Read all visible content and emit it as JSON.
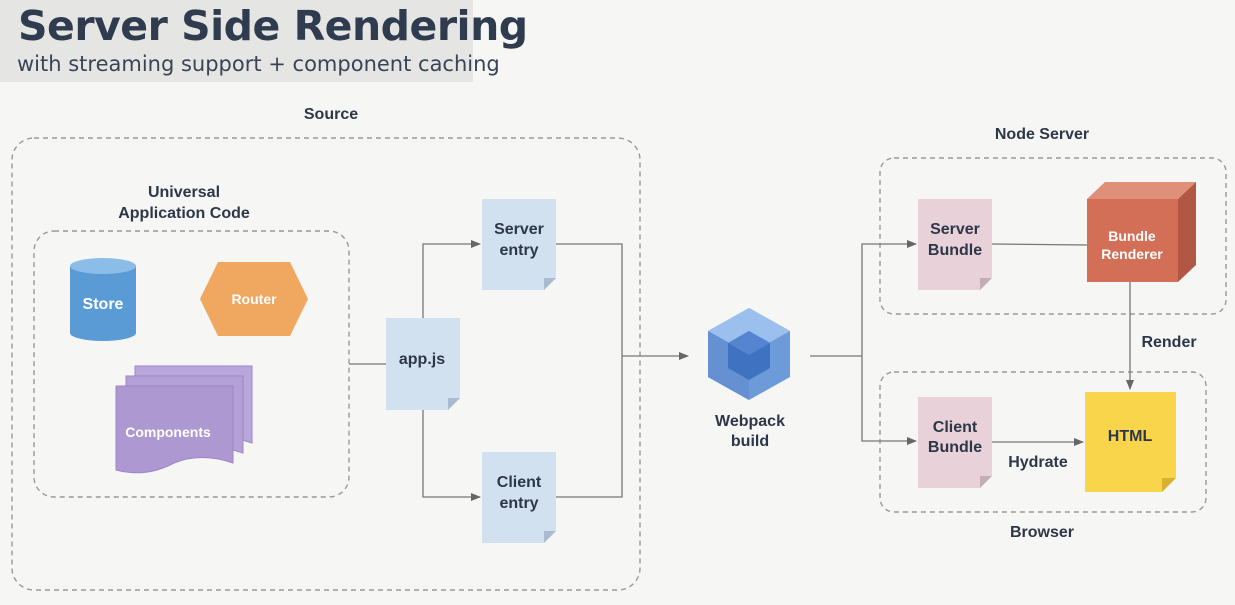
{
  "header": {
    "title": "Server Side Rendering",
    "subtitle": "with streaming support + component caching"
  },
  "groups": {
    "source": "Source",
    "universal_line1": "Universal",
    "universal_line2": "Application Code",
    "node_server": "Node Server",
    "browser": "Browser"
  },
  "nodes": {
    "store": "Store",
    "router": "Router",
    "components": "Components",
    "app_js": "app.js",
    "server_entry_line1": "Server",
    "server_entry_line2": "entry",
    "client_entry_line1": "Client",
    "client_entry_line2": "entry",
    "webpack_line1": "Webpack",
    "webpack_line2": "build",
    "server_bundle_line1": "Server",
    "server_bundle_line2": "Bundle",
    "bundle_renderer_line1": "Bundle",
    "bundle_renderer_line2": "Renderer",
    "client_bundle_line1": "Client",
    "client_bundle_line2": "Bundle",
    "html": "HTML"
  },
  "edges": {
    "render": "Render",
    "hydrate": "Hydrate"
  },
  "colors": {
    "store": "#5b9bd5",
    "router": "#f0a860",
    "components": "#b4a0d6",
    "entry": "#d2e1f0",
    "bundle": "#e8d1d8",
    "renderer": "#d46f57",
    "html": "#f9d54b",
    "webpack": "#6d9ad8"
  }
}
